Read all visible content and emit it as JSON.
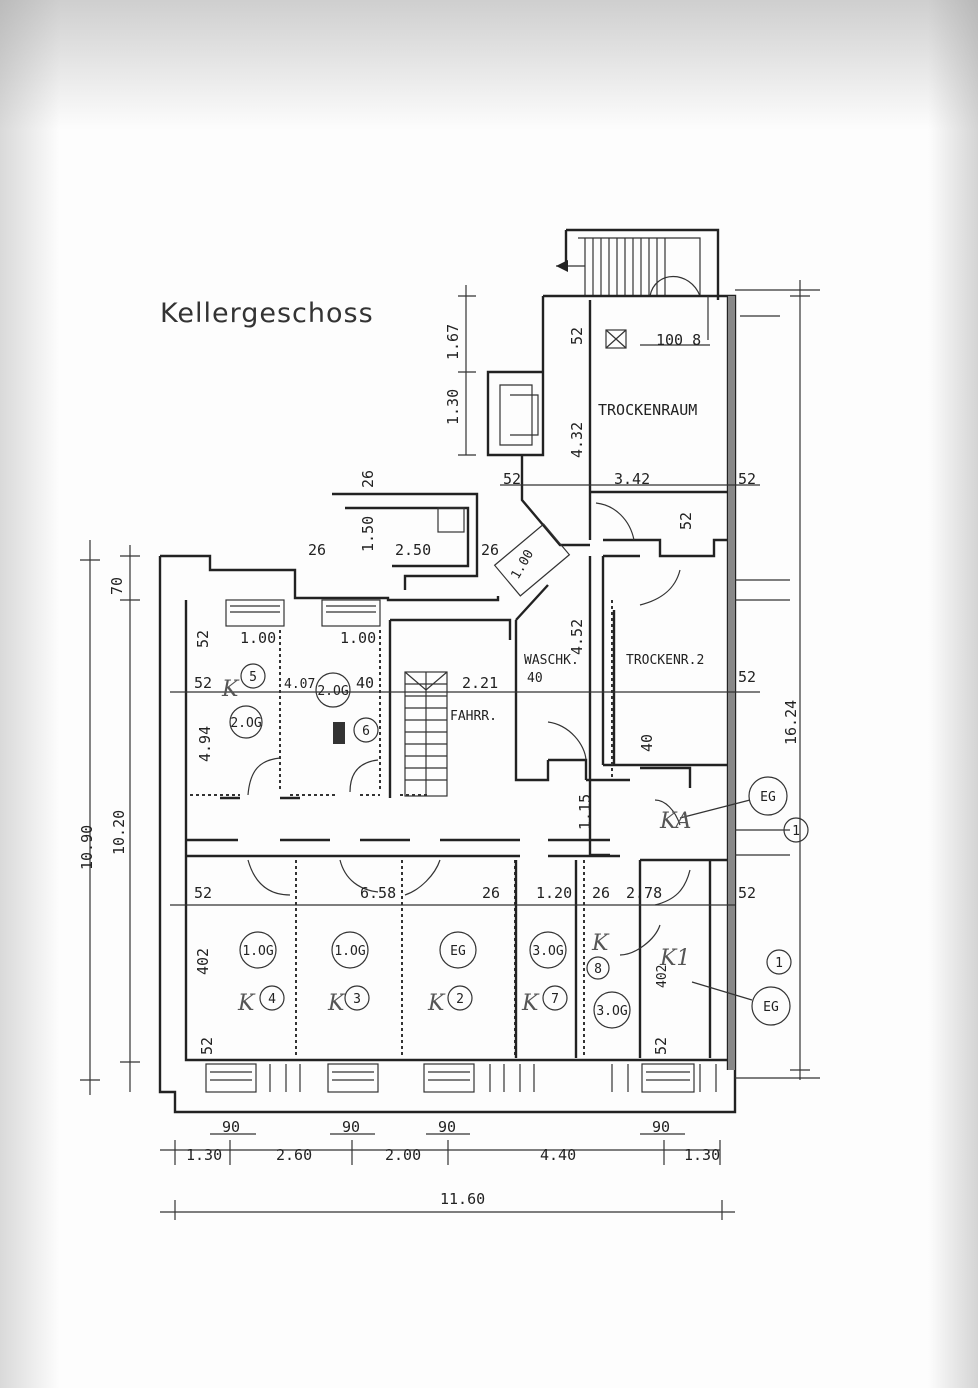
{
  "title": "Kellergeschoss",
  "rooms": {
    "trockenraum": "TROCKENRAUM",
    "trockenraum2": "TROCKENR.2",
    "waschkueche": "WASCHK.",
    "fahrrad": "FAHRR."
  },
  "circle_tags": {
    "og2_a": "2.OG",
    "og2_b": "2.OG",
    "og1_a": "1.OG",
    "og1_b": "1.OG",
    "eg_a": "EG",
    "og3_a": "3.OG",
    "og3_b": "3.OG",
    "eg_b": "EG",
    "eg_c": "EG",
    "n5": "5",
    "n6": "6",
    "n4": "4",
    "n3": "3",
    "n2": "2",
    "n7": "7",
    "n8": "8",
    "n1a": "1",
    "n1b": "1"
  },
  "handwriting": {
    "k_a": "K",
    "k_b": "K",
    "k_c": "K",
    "k_d": "K",
    "k_e": "K",
    "k_f": "K",
    "k1": "K1",
    "ka": "KA"
  },
  "dims": {
    "d167": "1.67",
    "d130v": "1.30",
    "d52_tr": "52",
    "d432": "4.32",
    "d100_8": "100  8",
    "d52_l1": "52",
    "d342": "3.42",
    "d52_r1": "52",
    "d26_top": "26",
    "d150": "1.50",
    "d26_l": "26",
    "d250": "2.50",
    "d26_r": "26",
    "d100_diag": "1.00",
    "d52_t2": "52",
    "d70": "70",
    "d52_a": "52",
    "d100_a": "1.00",
    "d100_b": "1.00",
    "d52_b": "52",
    "d407": "4.07",
    "d40_a": "40",
    "d221": "2.21",
    "d40_b": "40",
    "d452": "4.52",
    "d52_r2": "52",
    "d1624": "16.24",
    "d494": "4.94",
    "d40_c": "40",
    "d1090": "10.90",
    "d1020": "10.20",
    "d115": "1.15",
    "d52_c": "52",
    "d658": "6.58",
    "d26_a": "26",
    "d120": "1.20",
    "d26_b": "26",
    "d278": "2.78",
    "d52_r3": "52",
    "d402_a": "402",
    "d402_b": "402",
    "d52_d": "52",
    "d52_e": "52",
    "d90_a": "90",
    "d90_b": "90",
    "d90_c": "90",
    "d90_d": "90",
    "d130_b": "1.30",
    "d260": "2.60",
    "d200": "2.00",
    "d440": "4.40",
    "d130_c": "1.30",
    "d1160": "11.60"
  }
}
